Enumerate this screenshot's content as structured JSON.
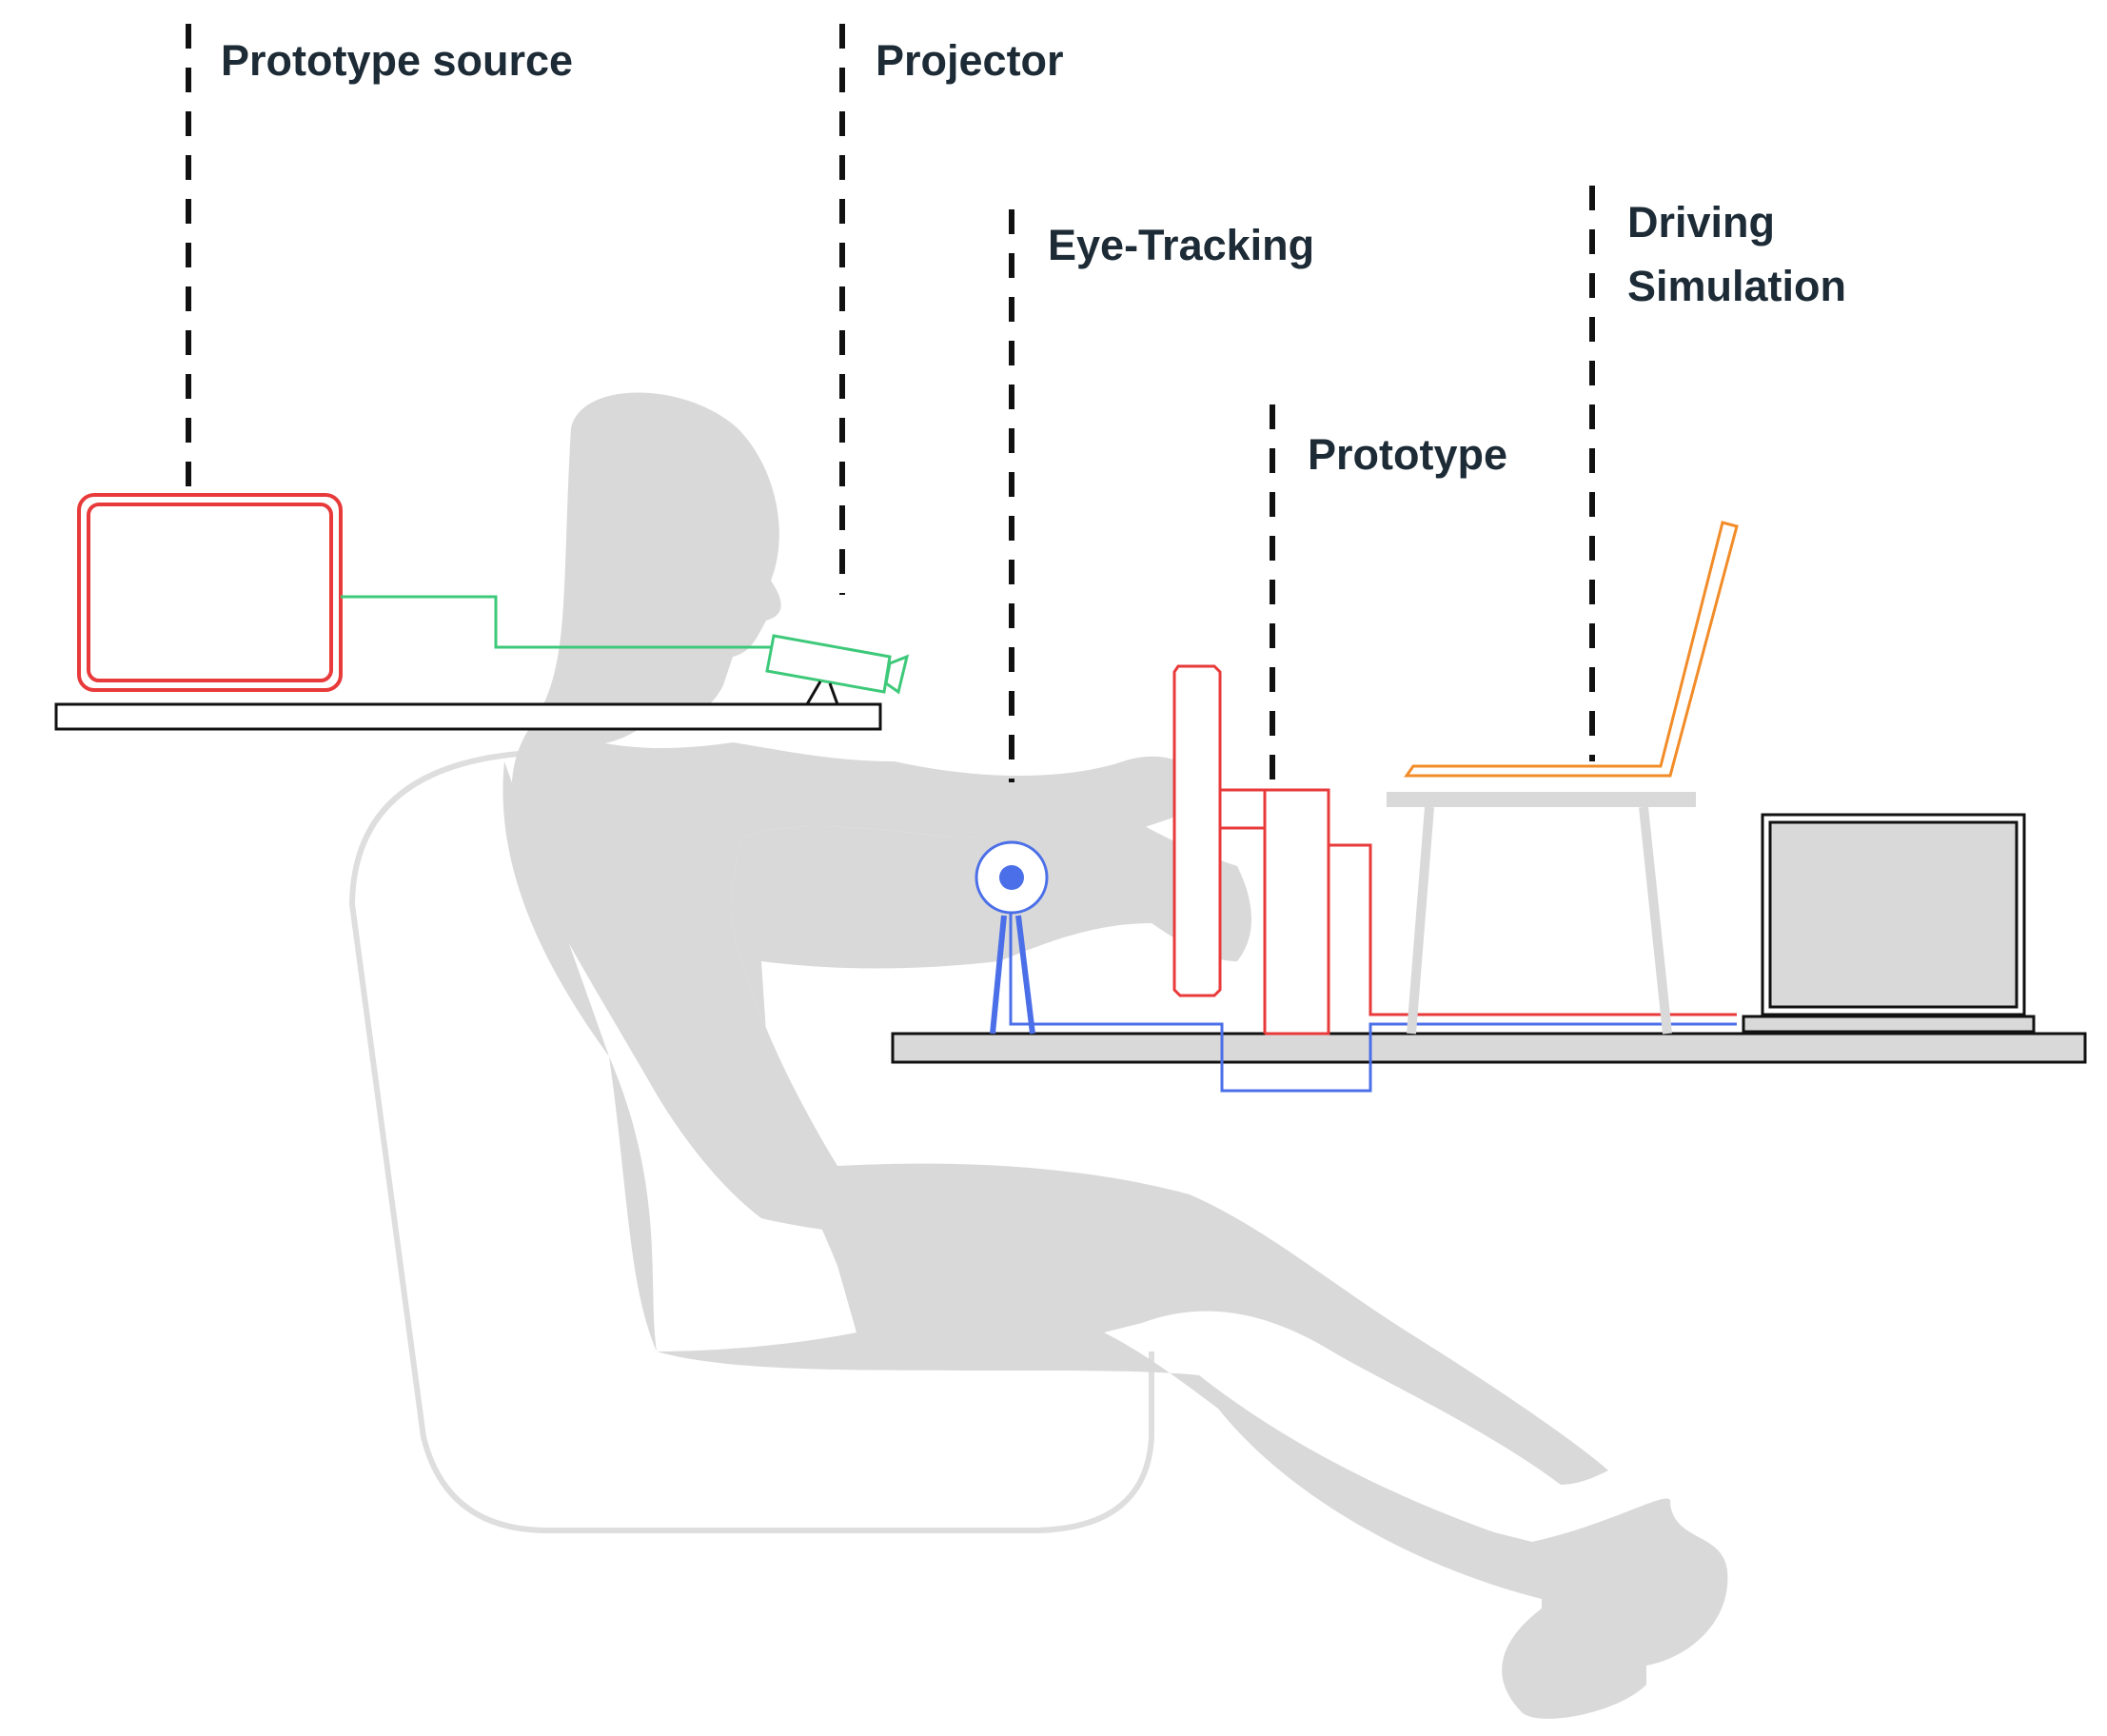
{
  "labels": {
    "prototype_source": "Prototype source",
    "projector": "Projector",
    "eye_tracking": "Eye-Tracking",
    "prototype": "Prototype",
    "driving_simulation_line1": "Driving",
    "driving_simulation_line2": "Simulation"
  },
  "colors": {
    "prototype": "#e83a3a",
    "projector": "#3ec97a",
    "eye_tracking": "#4b6fe8",
    "driving_simulation": "#f28c28",
    "silhouette": "#d9d9d9",
    "chair": "#dedede",
    "text": "#1d2b36"
  }
}
